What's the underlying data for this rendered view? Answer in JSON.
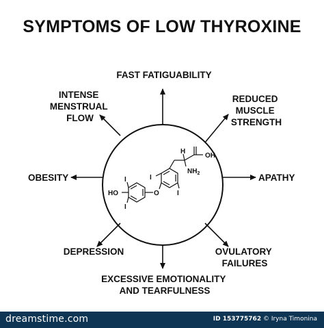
{
  "title": "SYMPTOMS OF LOW THYROXINE",
  "symptoms": [
    {
      "lines": [
        "FAST FATIGUABILITY"
      ]
    },
    {
      "lines": [
        "REDUCED",
        "MUSCLE",
        "STRENGTH"
      ]
    },
    {
      "lines": [
        "APATHY"
      ]
    },
    {
      "lines": [
        "OVULATORY",
        "FAILURES"
      ]
    },
    {
      "lines": [
        "EXCESSIVE EMOTIONALITY",
        "AND TEARFULNESS"
      ]
    },
    {
      "lines": [
        "DEPRESSION"
      ]
    },
    {
      "lines": [
        "OBESITY"
      ]
    },
    {
      "lines": [
        "INTENSE",
        "MENSTRUAL",
        "FLOW"
      ]
    }
  ],
  "molecule": {
    "labels": {
      "H": "H",
      "OH": "OH",
      "NH": "NH",
      "sub2": "2",
      "HO": "HO",
      "O": "O",
      "I": "I"
    }
  },
  "footer": {
    "brand": "dreamstime.com",
    "id_label": "ID 153775762",
    "author": "© Iryna Timonina"
  },
  "colors": {
    "footer_bg": "#0f3554",
    "ink": "#111111"
  }
}
